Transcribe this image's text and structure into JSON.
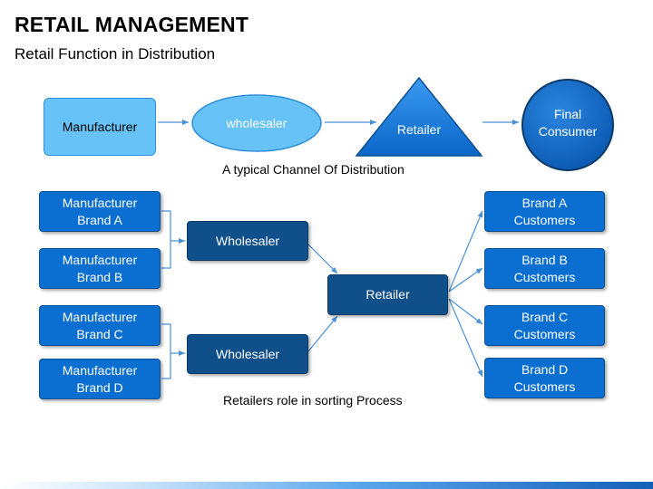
{
  "title": "RETAIL MANAGEMENT",
  "subtitle": "Retail Function in Distribution",
  "top_flow": {
    "manufacturer": "Manufacturer",
    "wholesaler": "wholesaler",
    "retailer": "Retailer",
    "consumer": "Final\nConsumer",
    "caption": "A typical Channel Of Distribution"
  },
  "sorting": {
    "manufacturers": [
      "Manufacturer\nBrand A",
      "Manufacturer\nBrand B",
      "Manufacturer\nBrand C",
      "Manufacturer\nBrand D"
    ],
    "wholesalers": [
      "Wholesaler",
      "Wholesaler"
    ],
    "retailer": "Retailer",
    "customers": [
      "Brand A\nCustomers",
      "Brand B\nCustomers",
      "Brand C\nCustomers",
      "Brand D\nCustomers"
    ],
    "caption": "Retailers role in sorting Process"
  },
  "colors": {
    "light_blue": "#66c2f7",
    "medium_blue": "#0a6fd1",
    "dark_blue": "#0f4f8a",
    "connector": "#4a90d9"
  }
}
